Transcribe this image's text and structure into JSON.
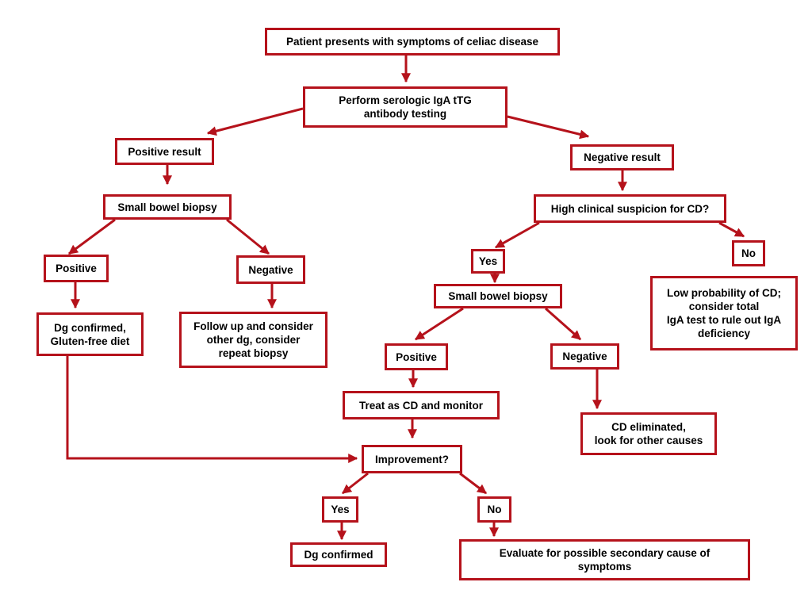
{
  "colors": {
    "line": "#b5121b",
    "box_border": "#b5121b",
    "text": "#000000",
    "background": "#ffffff"
  },
  "nodes": {
    "start": "Patient presents with symptoms of celiac disease",
    "serology": "Perform serologic IgA tTG\nantibody testing",
    "positive_result": "Positive result",
    "negative_result": "Negative result",
    "biopsy_left": "Small bowel biopsy",
    "left_positive": "Positive",
    "left_negative": "Negative",
    "dg_confirmed_diet": "Dg confirmed,\nGluten-free diet",
    "follow_up": "Follow up and consider\nother dg, consider\nrepeat biopsy",
    "high_suspicion": "High clinical suspicion for CD?",
    "suspicion_yes": "Yes",
    "suspicion_no": "No",
    "low_probability": "Low probability of CD;\nconsider total\nIgA test to rule out IgA\ndeficiency",
    "biopsy_right": "Small bowel biopsy",
    "right_positive": "Positive",
    "right_negative": "Negative",
    "treat_as_cd": "Treat as CD and monitor",
    "cd_eliminated": "CD eliminated,\nlook for other causes",
    "improvement": "Improvement?",
    "improvement_yes": "Yes",
    "improvement_no": "No",
    "dg_confirmed": "Dg confirmed",
    "evaluate_secondary": "Evaluate  for possible secondary cause of\nsymptoms"
  }
}
